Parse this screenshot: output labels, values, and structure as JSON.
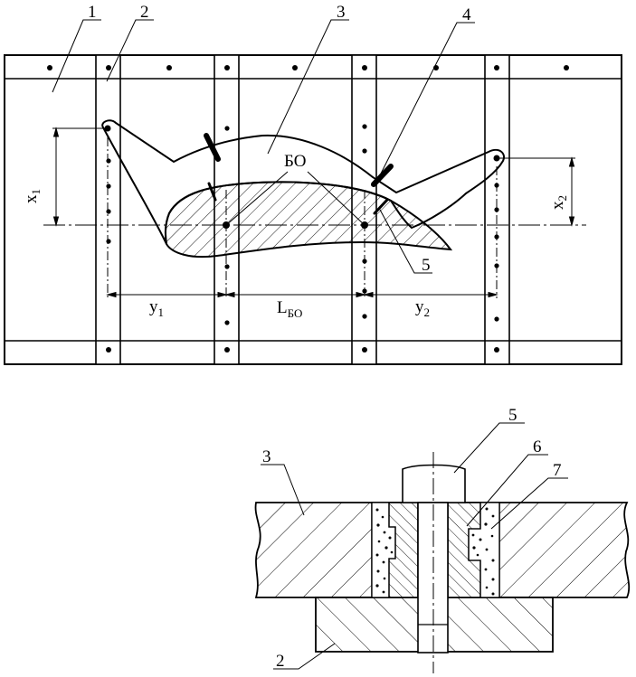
{
  "callouts_top": {
    "c1": "1",
    "c2": "2",
    "c3": "3",
    "c4": "4",
    "c5": "5"
  },
  "feature": {
    "bo": "БО"
  },
  "dimensions": {
    "x1_main": "x",
    "x1_sub": "1",
    "x2_main": "x",
    "x2_sub": "2",
    "y1_main": "y",
    "y1_sub": "1",
    "y2_main": "y",
    "y2_sub": "2",
    "lbo_main": "L",
    "lbo_sub": "БО"
  },
  "callouts_bottom": {
    "c5": "5",
    "c6": "6",
    "c7": "7",
    "c3": "3",
    "c2": "2"
  }
}
